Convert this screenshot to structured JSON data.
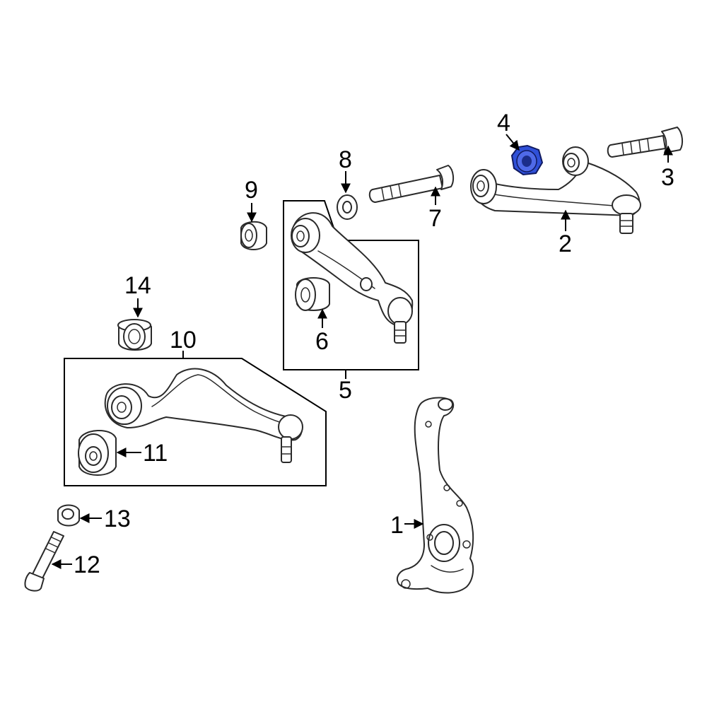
{
  "diagram": {
    "highlight_color": "#2f50d8",
    "callouts": [
      {
        "id": "1",
        "label": "1"
      },
      {
        "id": "2",
        "label": "2"
      },
      {
        "id": "3",
        "label": "3"
      },
      {
        "id": "4",
        "label": "4"
      },
      {
        "id": "5",
        "label": "5"
      },
      {
        "id": "6",
        "label": "6"
      },
      {
        "id": "7",
        "label": "7"
      },
      {
        "id": "8",
        "label": "8"
      },
      {
        "id": "9",
        "label": "9"
      },
      {
        "id": "10",
        "label": "10"
      },
      {
        "id": "11",
        "label": "11"
      },
      {
        "id": "12",
        "label": "12"
      },
      {
        "id": "13",
        "label": "13"
      },
      {
        "id": "14",
        "label": "14"
      }
    ]
  }
}
